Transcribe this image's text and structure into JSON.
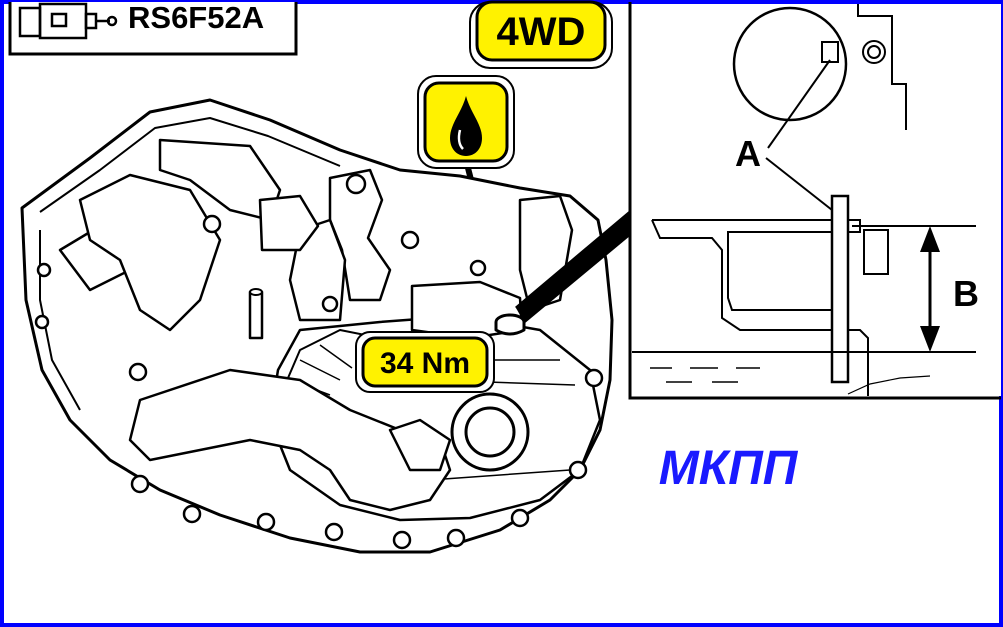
{
  "model": {
    "code": "RS6F52A",
    "icon": "transmission-vehicle-icon"
  },
  "drive_badge": {
    "text": "4WD",
    "fill": "#fff200"
  },
  "oil_badge": {
    "icon": "oil-drop-icon",
    "fill": "#fff200"
  },
  "torque_badge": {
    "text": "34 Nm",
    "fill": "#fff200"
  },
  "inset": {
    "label_a": "A",
    "label_b": "B"
  },
  "caption": {
    "text": "МКПП",
    "color": "#1a1aff"
  },
  "colors": {
    "frame": "#0000ff",
    "line": "#000000",
    "badge": "#fff200"
  }
}
